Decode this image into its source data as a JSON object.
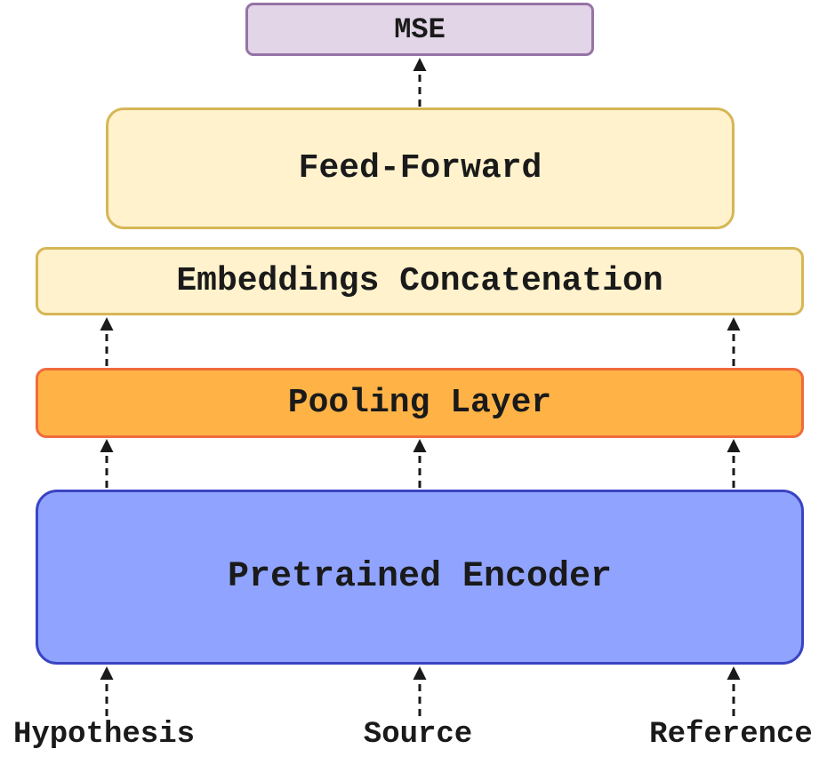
{
  "diagram": {
    "output": "MSE",
    "feed_forward": "Feed-Forward",
    "concatenation": "Embeddings Concatenation",
    "pooling": "Pooling Layer",
    "encoder": "Pretrained Encoder",
    "inputs": [
      "Hypothesis",
      "Source",
      "Reference"
    ]
  },
  "colors": {
    "output_fill": "#e1d5e7",
    "output_border": "#9673a6",
    "feed_forward_fill": "#fff2cc",
    "feed_forward_border": "#d6b656",
    "pooling_fill": "#ffb347",
    "pooling_border": "#f06b3c",
    "encoder_fill": "#90a4ff",
    "encoder_border": "#3a44c2",
    "arrow": "#1a1a1a"
  }
}
